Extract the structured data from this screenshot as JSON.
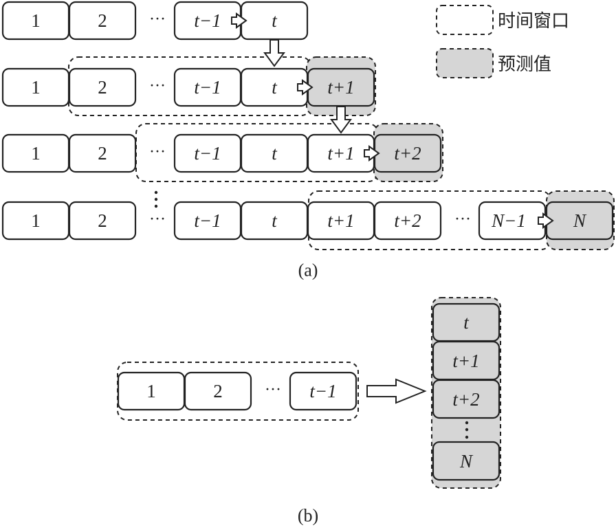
{
  "legend": {
    "time_window_label": "时间窗口",
    "predicted_value_label": "预测值"
  },
  "panel_a": {
    "caption": "(a)",
    "ellipsis": "···",
    "rows": [
      {
        "cells": [
          {
            "text": "1",
            "predicted": false
          },
          {
            "text": "2",
            "predicted": false
          },
          {
            "text": "t−1",
            "predicted": false
          },
          {
            "text": "t",
            "predicted": false
          }
        ]
      },
      {
        "cells": [
          {
            "text": "1",
            "predicted": false
          },
          {
            "text": "2",
            "predicted": false
          },
          {
            "text": "t−1",
            "predicted": false
          },
          {
            "text": "t",
            "predicted": false
          },
          {
            "text": "t+1",
            "predicted": true
          }
        ]
      },
      {
        "cells": [
          {
            "text": "1",
            "predicted": false
          },
          {
            "text": "2",
            "predicted": false
          },
          {
            "text": "t−1",
            "predicted": false
          },
          {
            "text": "t",
            "predicted": false
          },
          {
            "text": "t+1",
            "predicted": false
          },
          {
            "text": "t+2",
            "predicted": true
          }
        ]
      },
      {
        "cells": [
          {
            "text": "1",
            "predicted": false
          },
          {
            "text": "2",
            "predicted": false
          },
          {
            "text": "t−1",
            "predicted": false
          },
          {
            "text": "t",
            "predicted": false
          },
          {
            "text": "t+1",
            "predicted": false
          },
          {
            "text": "t+2",
            "predicted": false
          },
          {
            "text": "N−1",
            "predicted": false
          },
          {
            "text": "N",
            "predicted": true
          }
        ]
      }
    ]
  },
  "panel_b": {
    "caption": "(b)",
    "ellipsis": "···",
    "inputs": [
      "1",
      "2",
      "t−1"
    ],
    "outputs": [
      "t",
      "t+1",
      "t+2",
      "N"
    ]
  }
}
